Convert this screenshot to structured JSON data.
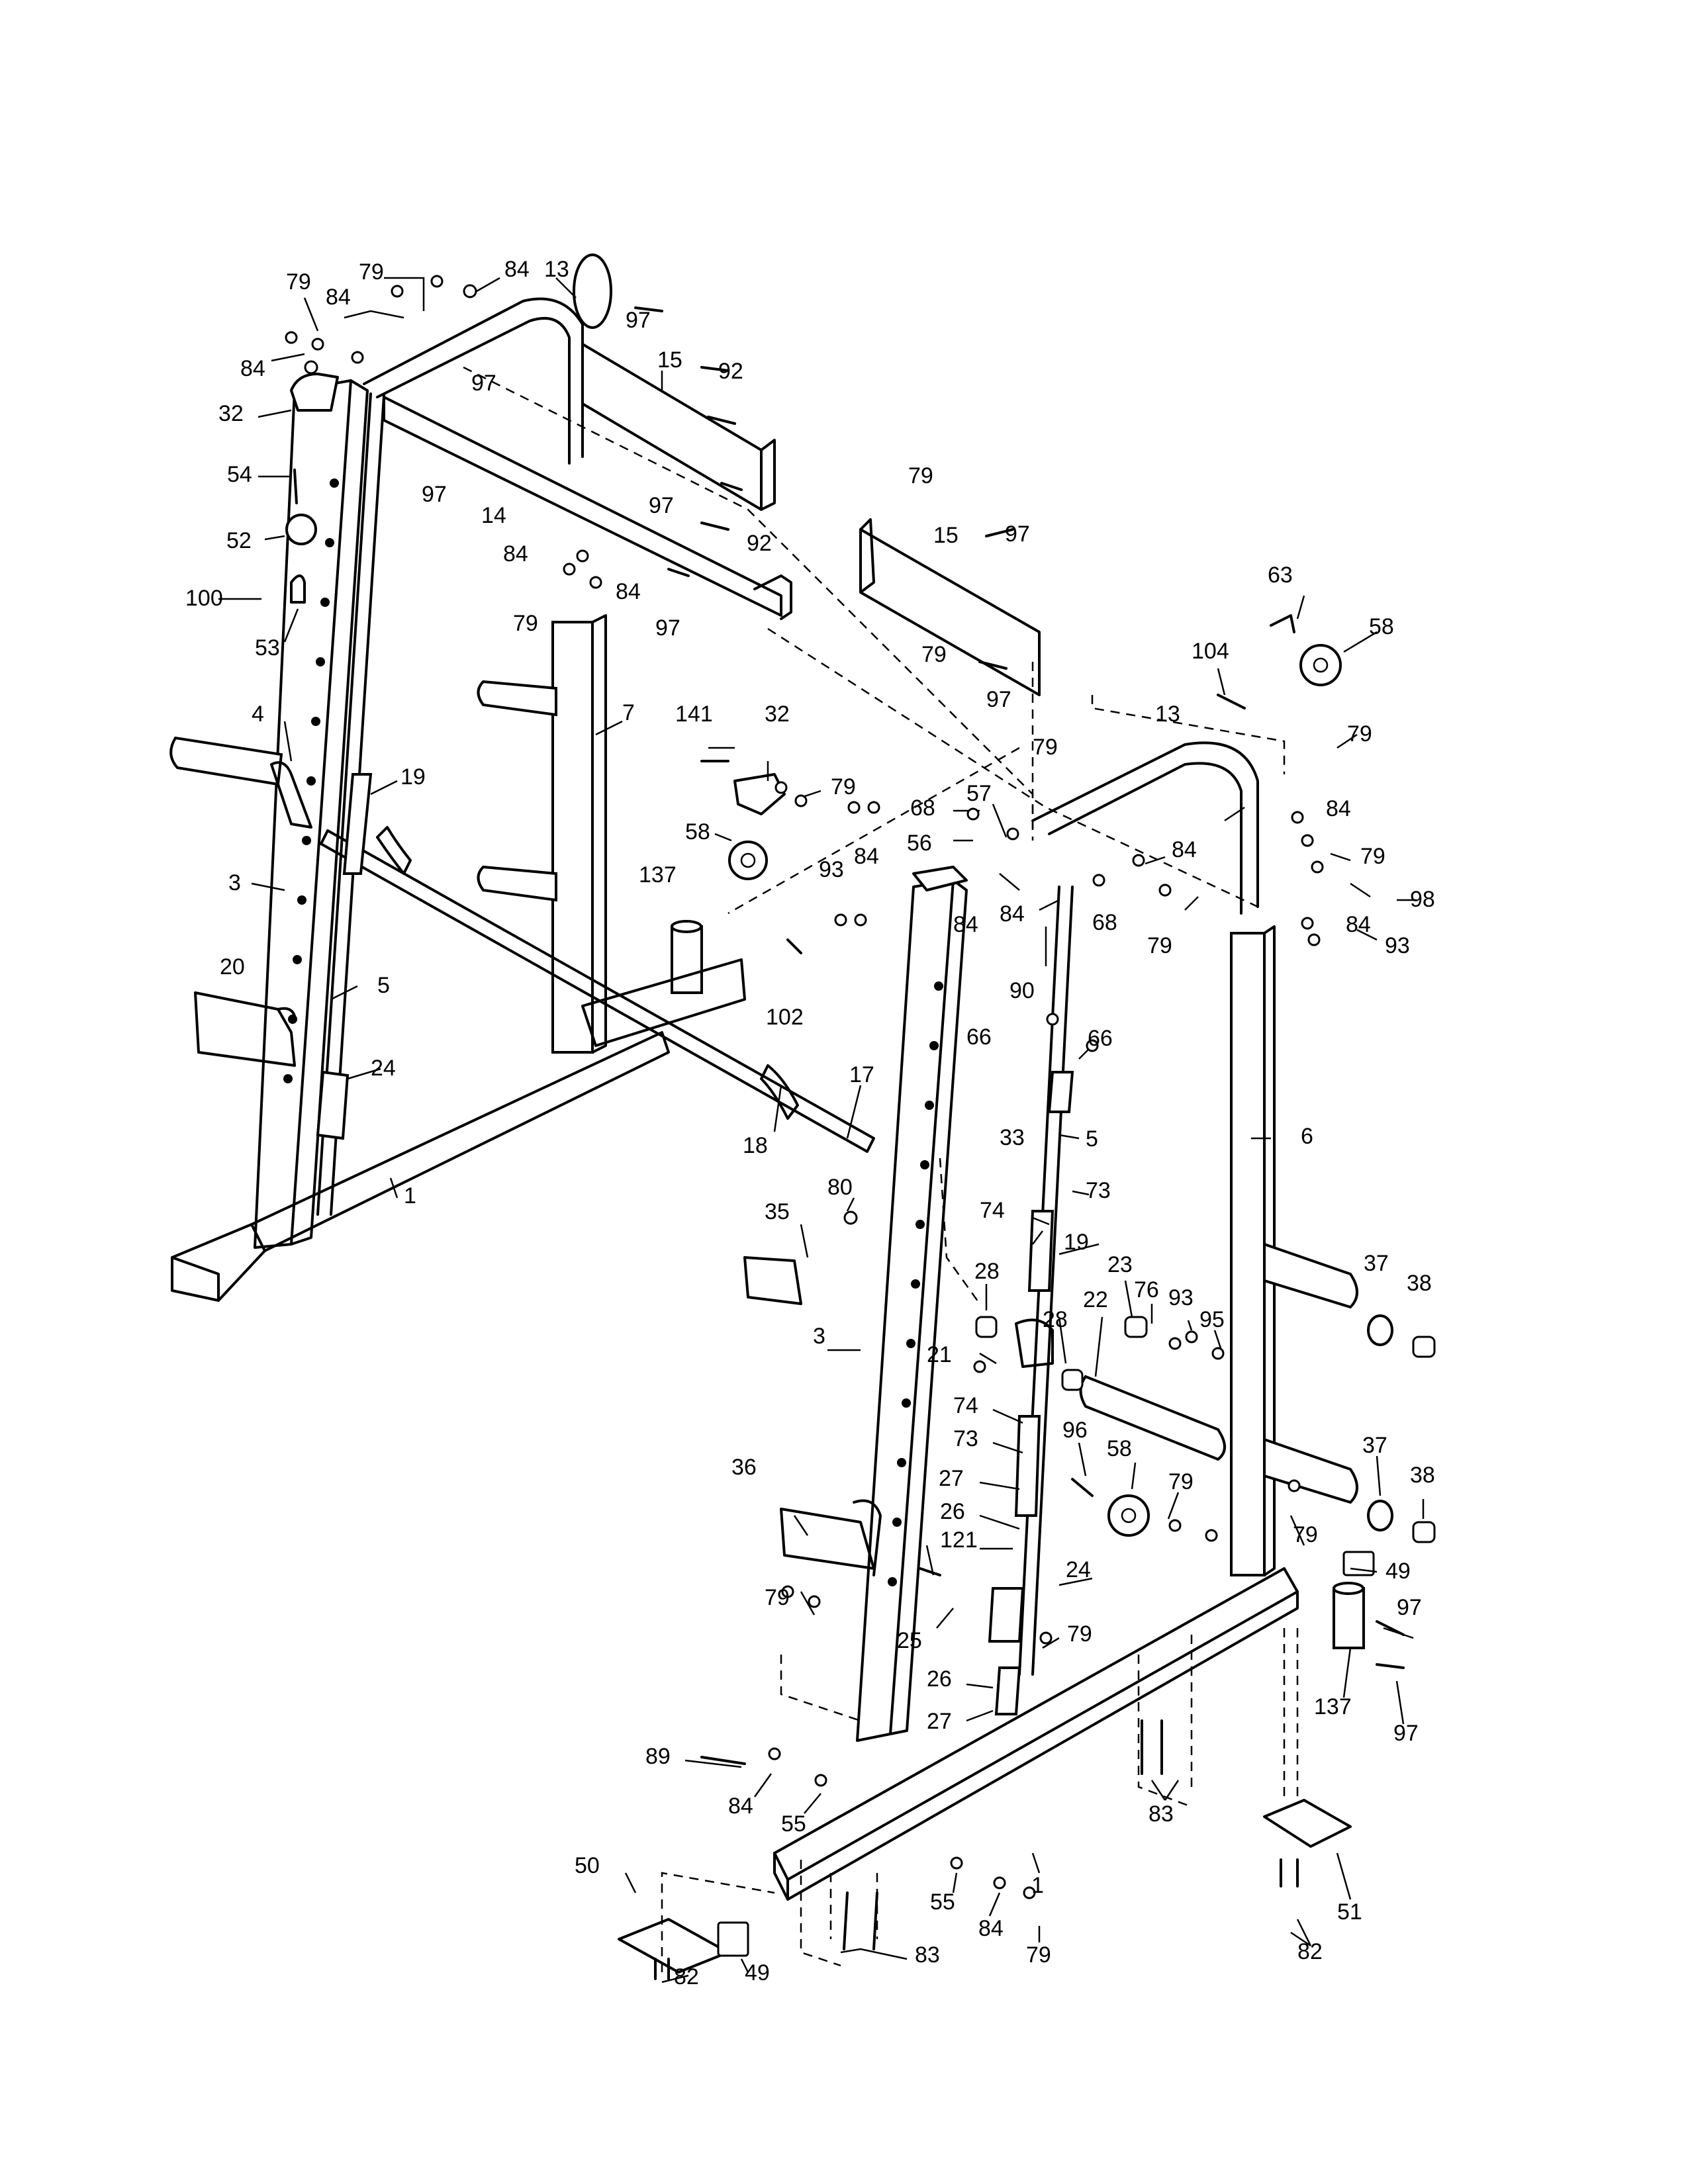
{
  "callouts": [
    {
      "id": "c1",
      "text": "79"
    },
    {
      "id": "c2",
      "text": "79"
    },
    {
      "id": "c3",
      "text": "84"
    },
    {
      "id": "c4",
      "text": "13"
    },
    {
      "id": "c5",
      "text": "84"
    },
    {
      "id": "c6",
      "text": "84"
    },
    {
      "id": "c7",
      "text": "97"
    },
    {
      "id": "c8",
      "text": "15"
    },
    {
      "id": "c9",
      "text": "92"
    },
    {
      "id": "c10",
      "text": "32"
    },
    {
      "id": "c11",
      "text": "97"
    },
    {
      "id": "c12",
      "text": "97"
    },
    {
      "id": "c13",
      "text": "54"
    },
    {
      "id": "c14",
      "text": "14"
    },
    {
      "id": "c15",
      "text": "97"
    },
    {
      "id": "c16",
      "text": "92"
    },
    {
      "id": "c17",
      "text": "52"
    },
    {
      "id": "c18",
      "text": "84"
    },
    {
      "id": "c19",
      "text": "84"
    },
    {
      "id": "c20",
      "text": "100"
    },
    {
      "id": "c21",
      "text": "79"
    },
    {
      "id": "c22",
      "text": "97"
    },
    {
      "id": "c23",
      "text": "53"
    },
    {
      "id": "c24",
      "text": "4"
    },
    {
      "id": "c25",
      "text": "7"
    },
    {
      "id": "c26",
      "text": "19"
    },
    {
      "id": "c27",
      "text": "141"
    },
    {
      "id": "c28",
      "text": "32"
    },
    {
      "id": "c29",
      "text": "79"
    },
    {
      "id": "c30",
      "text": "58"
    },
    {
      "id": "c31",
      "text": "3"
    },
    {
      "id": "c32",
      "text": "137"
    },
    {
      "id": "c33",
      "text": "93"
    },
    {
      "id": "c34",
      "text": "84"
    },
    {
      "id": "c35",
      "text": "20"
    },
    {
      "id": "c36",
      "text": "5"
    },
    {
      "id": "c37",
      "text": "102"
    },
    {
      "id": "c38",
      "text": "24"
    },
    {
      "id": "c39",
      "text": "17"
    },
    {
      "id": "c40",
      "text": "18"
    },
    {
      "id": "c41",
      "text": "1"
    },
    {
      "id": "c42",
      "text": "79"
    },
    {
      "id": "c43",
      "text": "15"
    },
    {
      "id": "c44",
      "text": "97"
    },
    {
      "id": "c45",
      "text": "79"
    },
    {
      "id": "c46",
      "text": "97"
    },
    {
      "id": "c47",
      "text": "63"
    },
    {
      "id": "c48",
      "text": "58"
    },
    {
      "id": "c49",
      "text": "104"
    },
    {
      "id": "c50",
      "text": "13"
    },
    {
      "id": "c51",
      "text": "79"
    },
    {
      "id": "c52",
      "text": "79"
    },
    {
      "id": "c53",
      "text": "68"
    },
    {
      "id": "c54",
      "text": "57"
    },
    {
      "id": "c55",
      "text": "56"
    },
    {
      "id": "c56",
      "text": "84"
    },
    {
      "id": "c57",
      "text": "84"
    },
    {
      "id": "c58",
      "text": "79"
    },
    {
      "id": "c59",
      "text": "84"
    },
    {
      "id": "c60",
      "text": "68"
    },
    {
      "id": "c61",
      "text": "84"
    },
    {
      "id": "c62",
      "text": "79"
    },
    {
      "id": "c63",
      "text": "98"
    },
    {
      "id": "c64",
      "text": "84"
    },
    {
      "id": "c65",
      "text": "93"
    },
    {
      "id": "c66",
      "text": "90"
    },
    {
      "id": "c67",
      "text": "66"
    },
    {
      "id": "c68",
      "text": "66"
    },
    {
      "id": "c69",
      "text": "33"
    },
    {
      "id": "c70",
      "text": "5"
    },
    {
      "id": "c71",
      "text": "6"
    },
    {
      "id": "c72",
      "text": "73"
    },
    {
      "id": "c73",
      "text": "80"
    },
    {
      "id": "c74",
      "text": "35"
    },
    {
      "id": "c75",
      "text": "74"
    },
    {
      "id": "c76",
      "text": "19"
    },
    {
      "id": "c77",
      "text": "28"
    },
    {
      "id": "c78",
      "text": "23"
    },
    {
      "id": "c79",
      "text": "37"
    },
    {
      "id": "c80",
      "text": "38"
    },
    {
      "id": "c81",
      "text": "76"
    },
    {
      "id": "c82",
      "text": "93"
    },
    {
      "id": "c83",
      "text": "22"
    },
    {
      "id": "c84",
      "text": "95"
    },
    {
      "id": "c85",
      "text": "28"
    },
    {
      "id": "c86",
      "text": "3"
    },
    {
      "id": "c87",
      "text": "21"
    },
    {
      "id": "c88",
      "text": "74"
    },
    {
      "id": "c89",
      "text": "73"
    },
    {
      "id": "c90",
      "text": "96"
    },
    {
      "id": "c91",
      "text": "58"
    },
    {
      "id": "c92",
      "text": "37"
    },
    {
      "id": "c93",
      "text": "38"
    },
    {
      "id": "c94",
      "text": "36"
    },
    {
      "id": "c95",
      "text": "27"
    },
    {
      "id": "c96",
      "text": "79"
    },
    {
      "id": "c97",
      "text": "26"
    },
    {
      "id": "c98",
      "text": "79"
    },
    {
      "id": "c99",
      "text": "121"
    },
    {
      "id": "c100",
      "text": "49"
    },
    {
      "id": "c101",
      "text": "24"
    },
    {
      "id": "c102",
      "text": "79"
    },
    {
      "id": "c103",
      "text": "25"
    },
    {
      "id": "c104",
      "text": "79"
    },
    {
      "id": "c105",
      "text": "97"
    },
    {
      "id": "c106",
      "text": "26"
    },
    {
      "id": "c107",
      "text": "137"
    },
    {
      "id": "c108",
      "text": "27"
    },
    {
      "id": "c109",
      "text": "97"
    },
    {
      "id": "c110",
      "text": "89"
    },
    {
      "id": "c111",
      "text": "83"
    },
    {
      "id": "c112",
      "text": "84"
    },
    {
      "id": "c113",
      "text": "55"
    },
    {
      "id": "c114",
      "text": "1"
    },
    {
      "id": "c115",
      "text": "50"
    },
    {
      "id": "c116",
      "text": "51"
    },
    {
      "id": "c117",
      "text": "55"
    },
    {
      "id": "c118",
      "text": "84"
    },
    {
      "id": "c119",
      "text": "49"
    },
    {
      "id": "c120",
      "text": "82"
    },
    {
      "id": "c121",
      "text": "83"
    },
    {
      "id": "c122",
      "text": "79"
    },
    {
      "id": "c123",
      "text": "82"
    }
  ]
}
